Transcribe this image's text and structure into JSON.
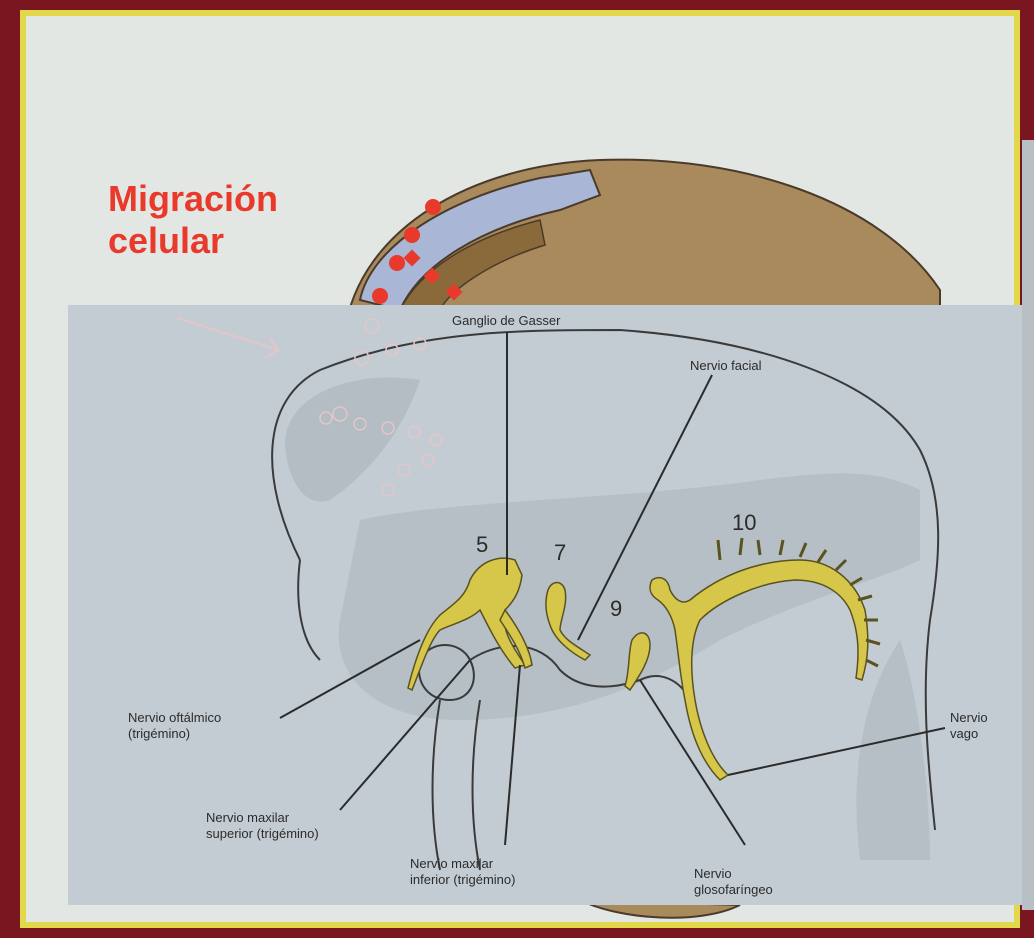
{
  "title": {
    "line1": "Migración",
    "line2": "celular"
  },
  "diagram": {
    "ganglion_label": "Ganglio de Gasser",
    "nerve_labels": {
      "facial": "Nervio facial",
      "oftalmico_1": "Nervio oftálmico",
      "oftalmico_2": "(trigémino)",
      "maxilar_sup_1": "Nervio maxilar",
      "maxilar_sup_2": "superior (trigémino)",
      "maxilar_inf_1": "Nervio maxilar",
      "maxilar_inf_2": "inferior (trigémino)",
      "vago_1": "Nervio",
      "vago_2": "vago",
      "glosofaringeo_1": "Nervio",
      "glosofaringeo_2": "glosofaríngeo"
    },
    "nerve_numbers": [
      "5",
      "7",
      "9",
      "10"
    ]
  },
  "colors": {
    "background_frame": "#7a1620",
    "slide_border": "#e2d84a",
    "title_red": "#e8392b",
    "nerve_yellow": "#d6c74a",
    "photo_panel": "#c4ccd3"
  }
}
